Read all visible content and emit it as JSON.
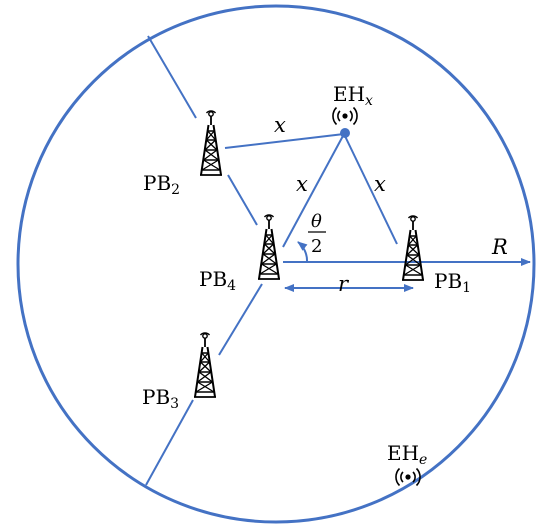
{
  "colors": {
    "accent": "#4472c4",
    "tower": "#000000",
    "background": "#ffffff"
  },
  "labels": {
    "pb1": {
      "main": "PB",
      "sub": "1"
    },
    "pb2": {
      "main": "PB",
      "sub": "2"
    },
    "pb3": {
      "main": "PB",
      "sub": "3"
    },
    "pb4": {
      "main": "PB",
      "sub": "4"
    },
    "ehx": {
      "main": "EH",
      "sub": "x"
    },
    "ehe": {
      "main": "EH",
      "sub": "e"
    },
    "radius_R": "R",
    "dist_r": "r",
    "dist_x_top": "x",
    "dist_x_left": "x",
    "dist_x_right": "x",
    "angle_num": "θ",
    "angle_den": "2"
  },
  "icons": {
    "tower": "transmission-tower-icon",
    "wireless": "wireless-signal-icon"
  }
}
